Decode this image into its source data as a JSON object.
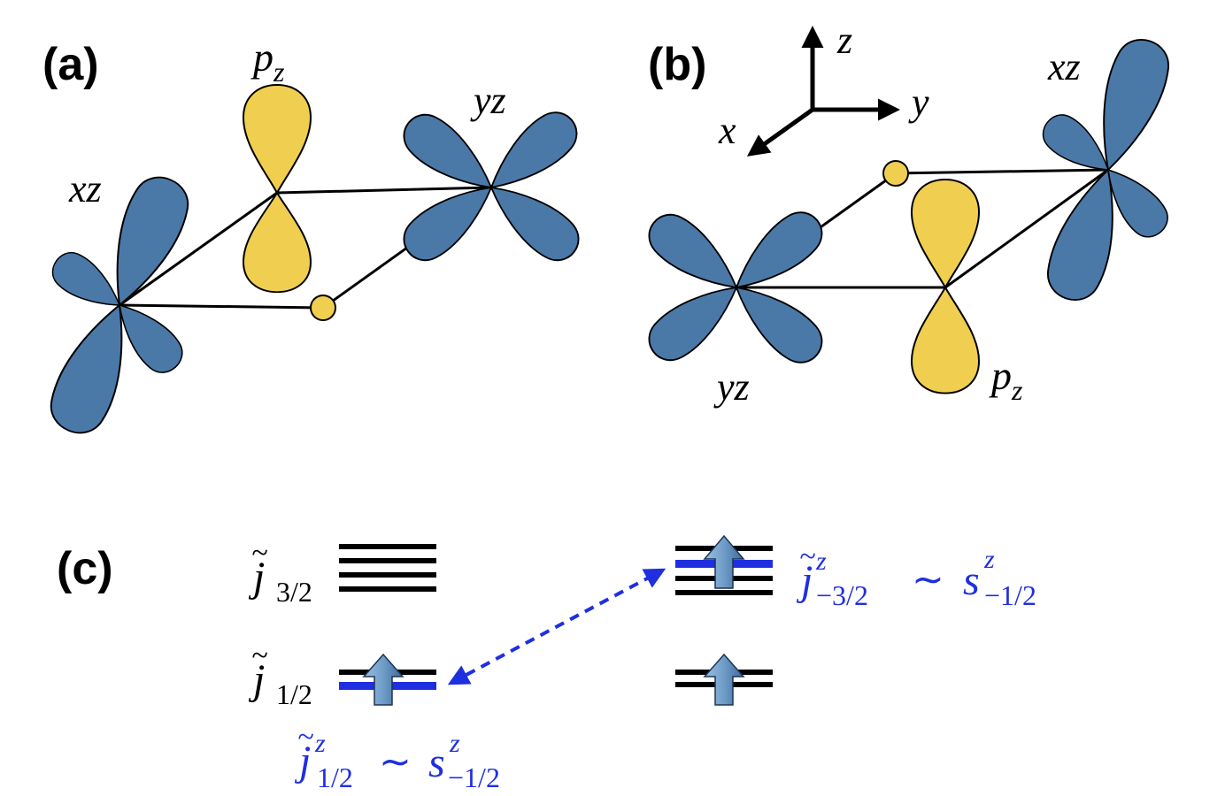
{
  "colors": {
    "orbital_blue": "#4a79a8",
    "orbital_yellow": "#f0cf50",
    "highlight_blue": "#1f2fe0",
    "line_black": "#000000",
    "spin_arrow": "#6f9cc8"
  },
  "panel_a": {
    "label": "(a)",
    "orbitals": {
      "xz": "xz",
      "yz": "yz",
      "p": "p",
      "p_sub": "z"
    }
  },
  "panel_b": {
    "label": "(b)",
    "axes": {
      "z": "z",
      "y": "y",
      "x": "x"
    },
    "orbitals": {
      "xz": "xz",
      "yz": "yz",
      "p": "p",
      "p_sub": "z"
    }
  },
  "panel_c": {
    "label": "(c)",
    "levels": {
      "j32": {
        "symbol": "j",
        "sub": "3/2"
      },
      "j12": {
        "symbol": "j",
        "sub": "1/2"
      }
    },
    "annotations": {
      "left": {
        "j": "j",
        "j_sup": "z",
        "j_sub": "1/2",
        "sim": "∼",
        "s": "s",
        "s_sup": "z",
        "s_sub": "−1/2"
      },
      "right": {
        "j": "j",
        "j_sup": "z",
        "j_sub": "−3/2",
        "sim": "∼",
        "s": "s",
        "s_sup": "z",
        "s_sub": "−1/2"
      }
    }
  }
}
